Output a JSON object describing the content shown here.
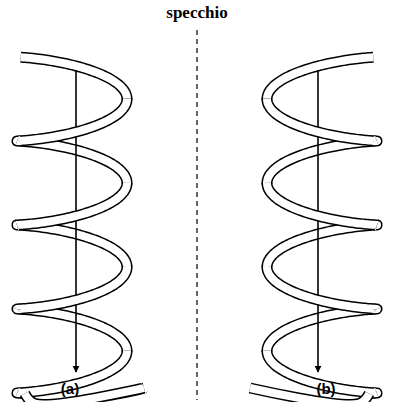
{
  "diagram": {
    "labels": [
      "specchio",
      "(a)",
      "(b)"
    ]
  }
}
